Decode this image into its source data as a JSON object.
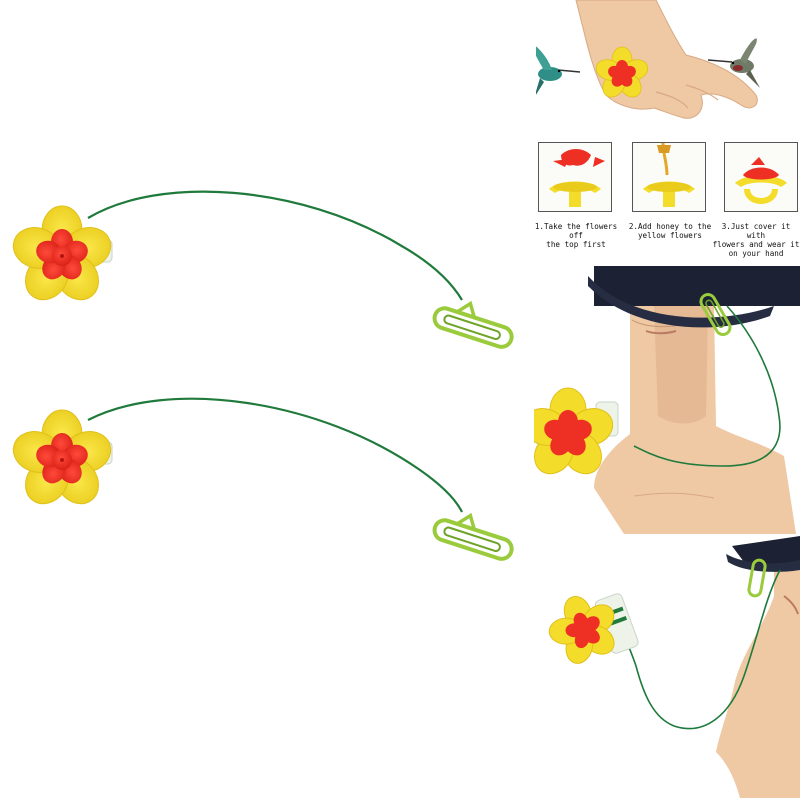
{
  "colors": {
    "petal_yellow": "#f4dc2a",
    "petal_yellow_shade": "#e6c81a",
    "flower_red": "#ee2f24",
    "flower_red_dark": "#c91c14",
    "wire_green": "#1f7a3c",
    "clip_green": "#9acb3c",
    "clip_green_dark": "#6da327",
    "skin": "#efc8a4",
    "skin_shade": "#d9a983",
    "cap_navy": "#1c2233",
    "bird_teal": "#2f8f86"
  },
  "instructions": {
    "steps": [
      {
        "label": "1.Take the flowers off\nthe top first"
      },
      {
        "label": "2.Add honey to the\nyellow flowers"
      },
      {
        "label": "3.Just cover it with\nflowers and wear it\non your hand"
      }
    ]
  }
}
